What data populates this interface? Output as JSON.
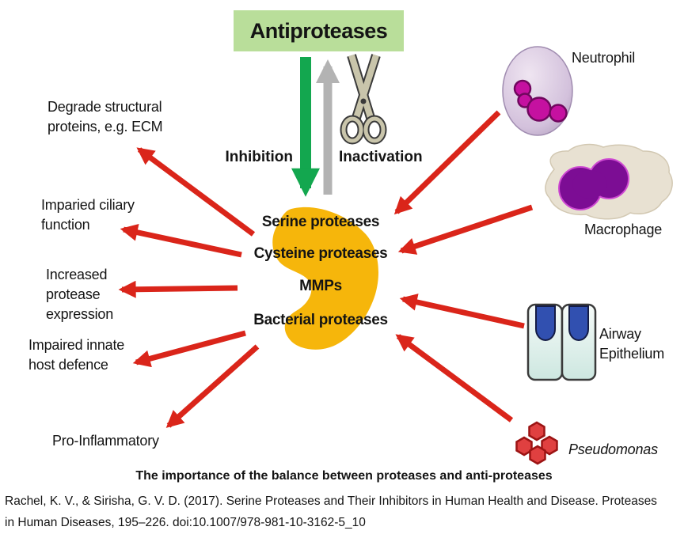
{
  "diagram": {
    "title_box": "Antiproteases",
    "inhibition_label": "Inhibition",
    "inactivation_label": "Inactivation",
    "proteases": [
      "Serine proteases",
      "Cysteine proteases",
      "MMPs",
      "Bacterial proteases"
    ],
    "effects": [
      "Degrade structural\nproteins, e.g. ECM",
      "Imparied ciliary\nfunction",
      "Increased\nprotease\nexpression",
      "Impaired innate\nhost defence",
      "Pro-Inflammatory"
    ],
    "sources": [
      "Neutrophil",
      "Macrophage",
      "Airway\nEpithelium",
      "Pseudomonas"
    ],
    "icons": {
      "scissors": "scissors-icon (inactivation)",
      "neutrophil": "neutrophil-cell-illustration",
      "macrophage": "macrophage-cell-illustration",
      "airway_epithelium": "airway-epithelium-cells-illustration",
      "pseudomonas": "pseudomonas-bacteria-illustration"
    },
    "colors": {
      "title_box_bg": "#b9de9a",
      "inhibition_arrow": "#13a74f",
      "inactivation_arrow": "#b3b3b3",
      "protease_blob": "#f6b60b",
      "effect_arrows": "#da251a",
      "text": "#141414",
      "neutrophil_body": "#d9c9e1",
      "neutrophil_granules": "#c511a0",
      "macrophage_body": "#e8e1d2",
      "macrophage_nucleus": "#7c0d94",
      "epithelium_cell": "#d9ece6",
      "epithelium_nucleus": "#3150b0",
      "pseudomonas_fill": "#e04040"
    }
  },
  "caption": "The importance of the balance between proteases and anti-proteases",
  "citation": "Rachel, K. V., & Sirisha, G. V. D. (2017). Serine Proteases and Their Inhibitors in Human Health and Disease. Proteases\nin Human Diseases, 195–226. doi:10.1007/978-981-10-3162-5_10"
}
